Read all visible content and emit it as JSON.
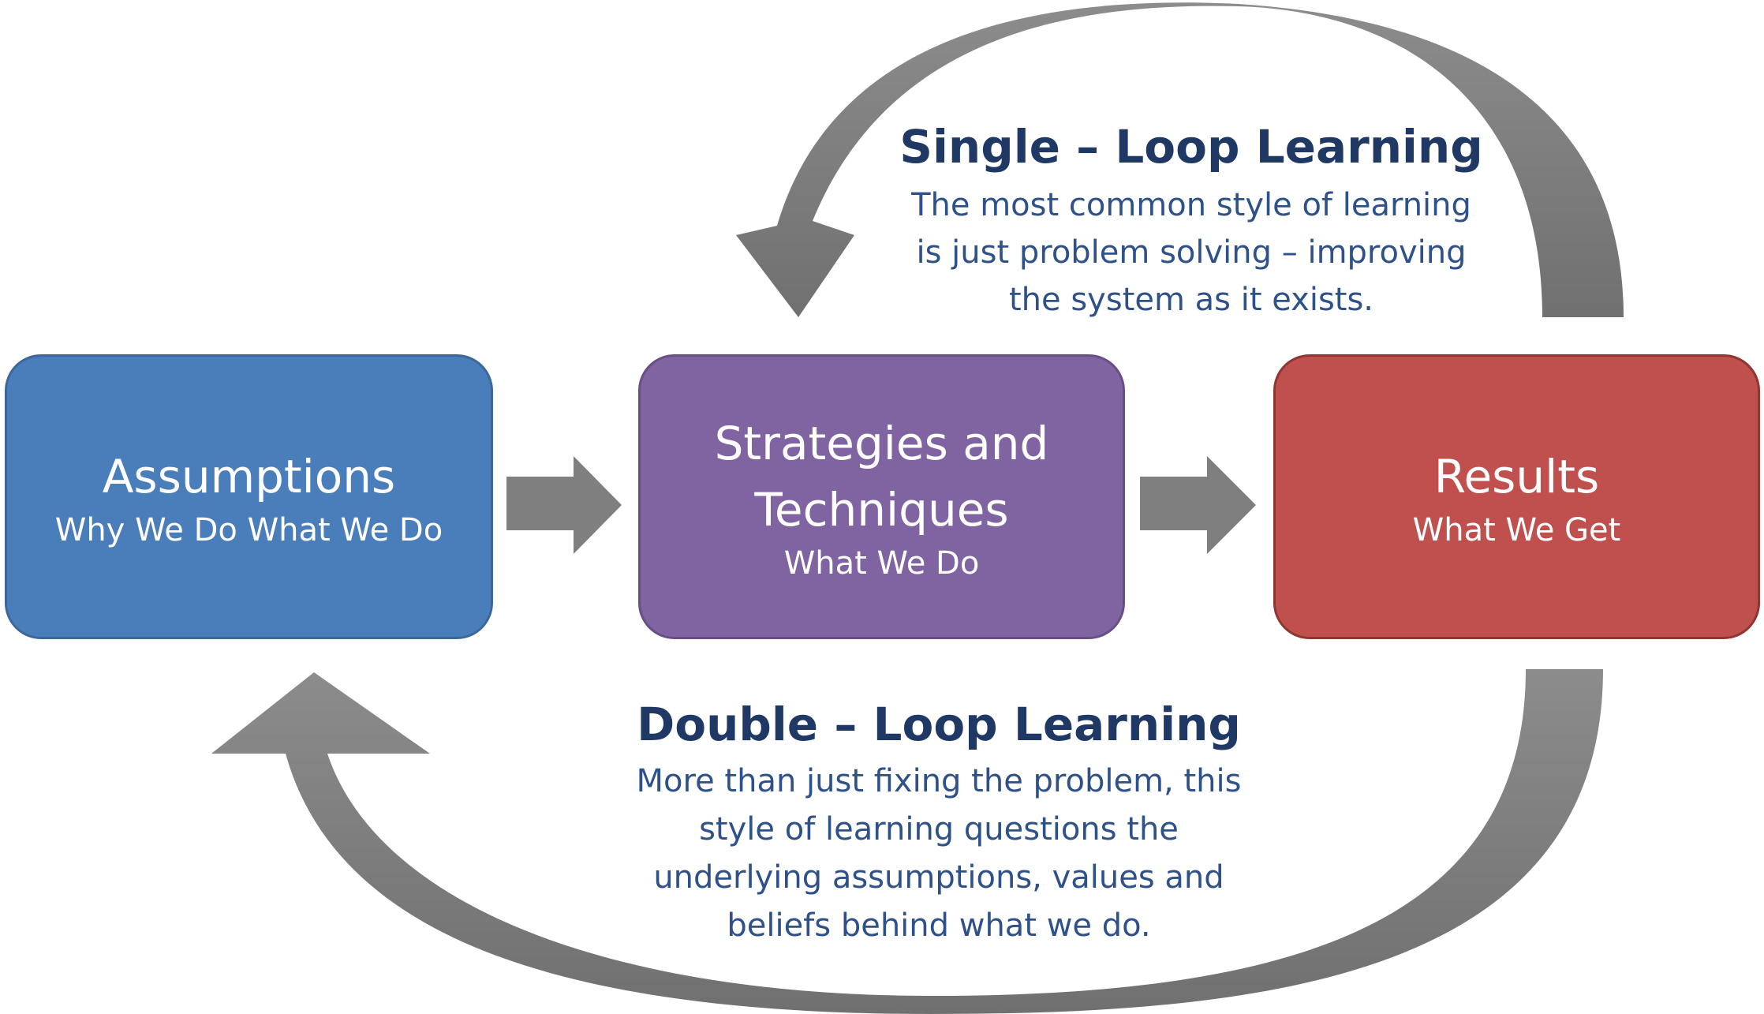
{
  "boxes": {
    "assumptions": {
      "title": "Assumptions",
      "subtitle": "Why We Do What We Do",
      "color": "#4a7ebb"
    },
    "strategies": {
      "title_line1": "Strategies and",
      "title_line2": "Techniques",
      "subtitle": "What We Do",
      "color": "#8064a2"
    },
    "results": {
      "title": "Results",
      "subtitle": "What We Get",
      "color": "#c0504d"
    }
  },
  "single_loop": {
    "title": "Single – Loop Learning",
    "desc_lines": [
      "The most common style of learning",
      "is just problem solving – improving",
      "the system as it exists."
    ]
  },
  "double_loop": {
    "title": "Double – Loop Learning",
    "desc_lines": [
      "More than just fixing the problem, this",
      "style of learning questions the",
      "underlying assumptions, values and",
      "beliefs behind what we do."
    ]
  },
  "colors": {
    "arrow": "#7f7f7f",
    "loop_title": "#1f3864",
    "loop_text": "#2f5189"
  }
}
